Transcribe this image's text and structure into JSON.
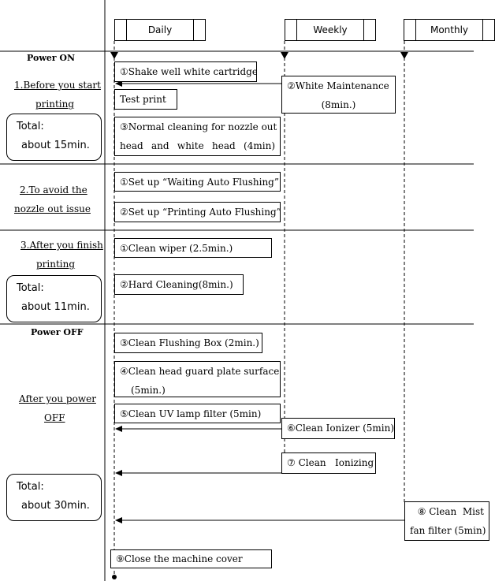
{
  "columns": [
    "Daily",
    "Weekly",
    "Monthly"
  ],
  "sections": {
    "power_on": "Power ON",
    "before": [
      "1.Before you start",
      "printing"
    ],
    "avoid": [
      "2.To avoid the",
      "nozzle out issue"
    ],
    "after": [
      "3.After you finish",
      "printing"
    ],
    "power_off": "Power OFF",
    "after_power_off": [
      "After you power",
      "OFF"
    ]
  },
  "totals": [
    {
      "label": "Total:",
      "time": "about 15min."
    },
    {
      "label": "Total:",
      "time": "about 11min."
    },
    {
      "label": "Total:",
      "time": "about 30min."
    }
  ],
  "steps": {
    "shake": "①Shake well white cartridge",
    "white_maint": [
      "②White Maintenance",
      "(8min.)"
    ],
    "test_print": "Test print",
    "normal_clean": [
      "③Normal cleaning for nozzle out",
      "head and white head (4min)"
    ],
    "waiting_flush": "①Set up “Waiting Auto Flushing”",
    "printing_flush": "②Set up “Printing Auto Flushing”",
    "clean_wiper": "①Clean wiper (2.5min.)",
    "hard_clean": "②Hard Cleaning(8min.)",
    "flush_box": "③Clean Flushing Box (2min.)",
    "head_guard": [
      "④Clean head guard plate surface",
      "(5min.)"
    ],
    "uv_filter": "⑤Clean UV lamp filter (5min)",
    "ionizer": "⑥Clean Ionizer (5min)",
    "ionizing": "⑦ Clean   Ionizing",
    "mist_fan": [
      "⑧ Clean  Mist",
      "fan filter (5min)"
    ],
    "close_cover": "⑨Close the machine cover"
  }
}
